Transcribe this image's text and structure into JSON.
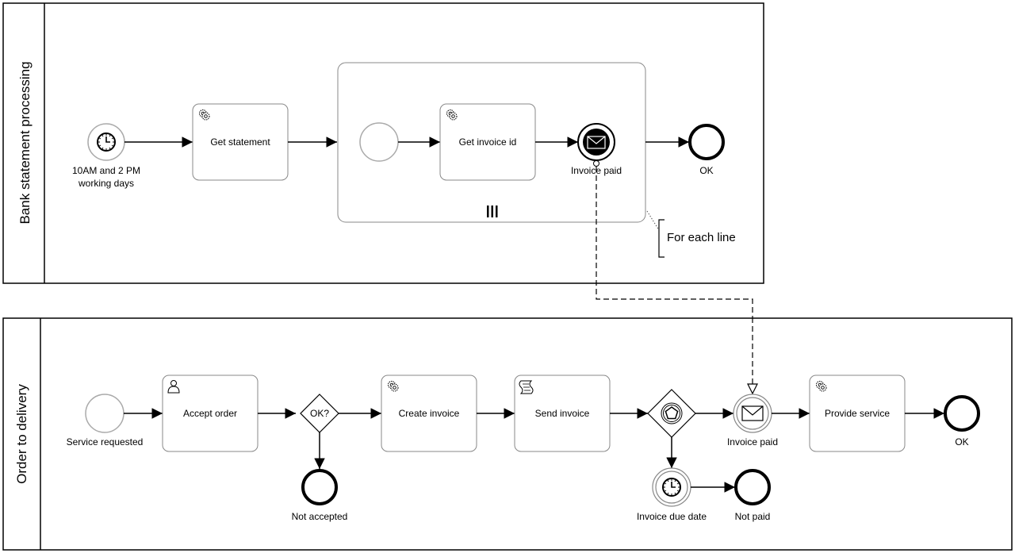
{
  "pools": [
    {
      "label": "Bank statement processing"
    },
    {
      "label": "Order to delivery"
    }
  ],
  "bank": {
    "start_timer_label_1": "10AM and 2 PM",
    "start_timer_label_2": "working days",
    "get_statement": "Get statement",
    "get_invoice_id": "Get invoice id",
    "invoice_paid_throw": "Invoice paid",
    "end_ok": "OK",
    "annotation": "For each line"
  },
  "order": {
    "start_label": "Service requested",
    "accept_order": "Accept order",
    "gateway_ok": "OK?",
    "not_accepted": "Not accepted",
    "create_invoice": "Create invoice",
    "send_invoice": "Send invoice",
    "invoice_paid_catch": "Invoice paid",
    "provide_service": "Provide service",
    "end_ok": "OK",
    "invoice_due_date": "Invoice due date",
    "not_paid": "Not paid"
  }
}
